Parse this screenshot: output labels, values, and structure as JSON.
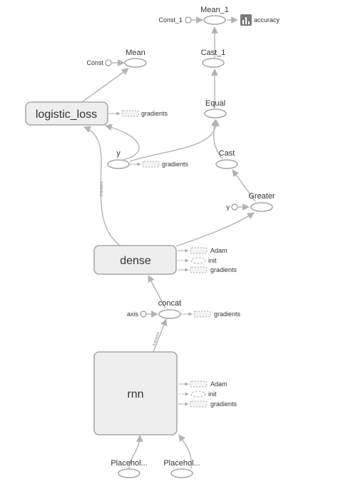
{
  "graph": {
    "nodes": {
      "mean_1": "Mean_1",
      "const_1": "Const_1",
      "accuracy": "accuracy",
      "cast_1": "Cast_1",
      "mean": "Mean",
      "const": "Const",
      "equal": "Equal",
      "logistic_loss": "logistic_loss",
      "y_top": "y",
      "cast": "Cast",
      "greater": "Greater",
      "y_greater": "y",
      "dense": "dense",
      "concat": "concat",
      "axis": "axis",
      "rnn": "rnn",
      "placeholder_1": "Placehol...",
      "placeholder_2": "Placehol..."
    },
    "aux": {
      "gradients": "gradients",
      "adam": "Adam",
      "init": "init"
    },
    "edge_labels": {
      "six_tensors": "6 tensors",
      "three_tensors": "3 tensors"
    }
  }
}
